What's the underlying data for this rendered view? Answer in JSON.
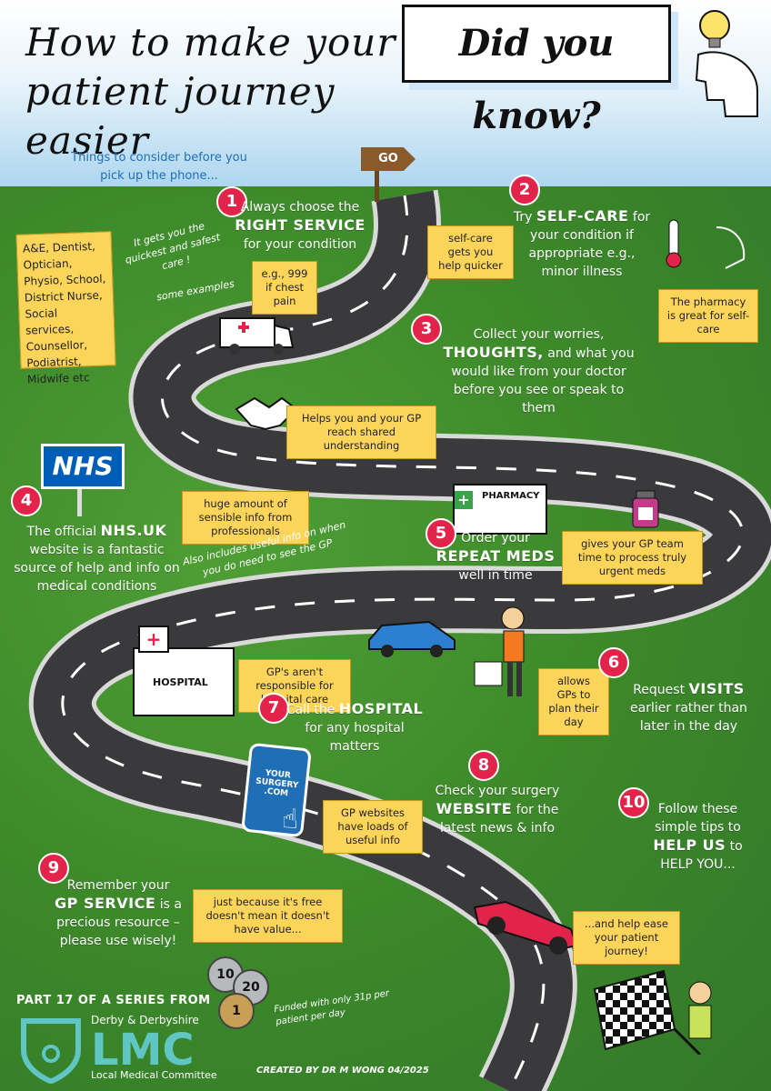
{
  "header": {
    "title": "How to make your patient journey easier",
    "did_you_know": "Did you know?",
    "subtitle": "Things to consider before you pick up the phone...",
    "go_sign": "GO"
  },
  "side_list": {
    "items": "A&E, Dentist, Optician, Physio, School, District Nurse, Social services, Counsellor, Podiatrist, Midwife etc",
    "note_top": "It gets you the quickest and safest care !",
    "note_bottom": "some examples"
  },
  "steps": [
    {
      "num": "1",
      "line1": "Always choose the",
      "highlight": "RIGHT SERVICE",
      "line2": "for your condition",
      "tip": "e.g., 999 if chest pain",
      "callout": "self-care gets you help quicker"
    },
    {
      "num": "2",
      "line1": "Try",
      "highlight": "SELF-CARE",
      "line2": "for your condition if appropriate e.g., minor illness",
      "callout": "The pharmacy is great for self-care"
    },
    {
      "num": "3",
      "line1": "Collect your worries,",
      "highlight": "THOUGHTS,",
      "line2": "and what you would like from your doctor before you see or speak to them",
      "callout": "Helps you and your GP reach shared understanding"
    },
    {
      "num": "4",
      "line1": "The official",
      "highlight": "NHS.UK",
      "line2": "website is a fantastic source of help and info on medical conditions",
      "callout": "huge amount of sensible info from professionals",
      "note": "Also includes useful info on when you do need to see the GP"
    },
    {
      "num": "5",
      "line1": "Order your",
      "highlight": "REPEAT MEDS",
      "line2": "well in time",
      "callout": "gives your GP team time to process truly urgent meds"
    },
    {
      "num": "6",
      "line1": "Request",
      "highlight": "VISITS",
      "line2": "earlier rather than later in the day",
      "callout": "allows GPs to plan their day"
    },
    {
      "num": "7",
      "line1": "Call the",
      "highlight": "HOSPITAL",
      "line2": "for any hospital matters",
      "callout": "GP's aren't responsible for hospital care"
    },
    {
      "num": "8",
      "line1": "Check your surgery",
      "highlight": "WEBSITE",
      "line2": "for the latest news & info",
      "callout": "GP websites have loads of useful info"
    },
    {
      "num": "9",
      "line1": "Remember your",
      "highlight": "GP SERVICE",
      "line2": "is a precious resource – please use wisely!",
      "callout": "just because it's free doesn't mean it doesn't have value..."
    },
    {
      "num": "10",
      "line1": "Follow these simple tips to",
      "highlight": "HELP US",
      "line2": "to HELP YOU...",
      "callout": "...and help ease your patient journey!"
    }
  ],
  "signs": {
    "nhs": "NHS",
    "pharmacy": "PHARMACY",
    "hospital": "HOSPITAL",
    "phone": "YOUR SURGERY .COM"
  },
  "footer": {
    "series": "PART 17 OF A SERIES FROM",
    "brand_line": "Derby & Derbyshire",
    "brand_big": "LMC",
    "brand_sub": "Local Medical Committee",
    "coins": [
      "10",
      "20",
      "1"
    ],
    "funded": "Funded with only 31p per patient per day",
    "created": "CREATED BY DR M WONG 04/2025"
  },
  "colors": {
    "sky": "#a9d4ee",
    "grass": "#3f8a2e",
    "road": "#3a3a3c",
    "badge": "#e2234a",
    "callout": "#fbd45a",
    "lmc": "#5fc6c3"
  }
}
